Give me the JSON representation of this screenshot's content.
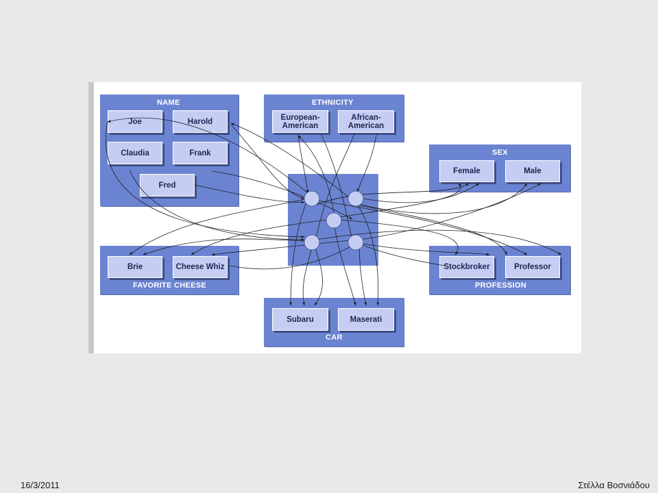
{
  "groups": {
    "name": {
      "title": "NAME",
      "units": [
        "Joe",
        "Harold",
        "Claudia",
        "Frank",
        "Fred"
      ]
    },
    "ethnicity": {
      "title": "ETHNICITY",
      "units": [
        "European-\nAmerican",
        "African-\nAmerican"
      ]
    },
    "sex": {
      "title": "SEX",
      "units": [
        "Female",
        "Male"
      ]
    },
    "cheese": {
      "title": "FAVORITE CHEESE",
      "units": [
        "Brie",
        "Cheese Whiz"
      ]
    },
    "profession": {
      "title": "PROFESSION",
      "units": [
        "Stockbroker",
        "Professor"
      ]
    },
    "car": {
      "title": "CAR",
      "units": [
        "Subaru",
        "Maserati"
      ]
    }
  },
  "colors": {
    "panel": "#6b84d2",
    "unit": "#c6cdf3",
    "node": "#c6cdf3",
    "wire": "#1e1e1e",
    "background": "#e9e9e9"
  },
  "footer": {
    "date": "16/3/2011",
    "author": "Στέλλα Βοσνιάδου"
  }
}
